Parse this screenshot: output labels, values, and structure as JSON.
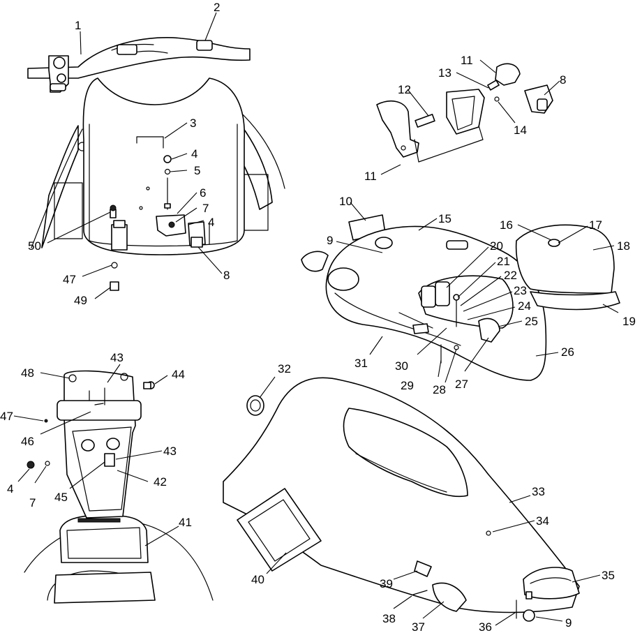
{
  "diagram": {
    "callouts": [
      {
        "id": "c1",
        "text": "1"
      },
      {
        "id": "c2",
        "text": "2"
      },
      {
        "id": "c3",
        "text": "3"
      },
      {
        "id": "c4a",
        "text": "4"
      },
      {
        "id": "c5",
        "text": "5"
      },
      {
        "id": "c6",
        "text": "6"
      },
      {
        "id": "c7a",
        "text": "7"
      },
      {
        "id": "c4b",
        "text": "4"
      },
      {
        "id": "c50",
        "text": "50"
      },
      {
        "id": "c47a",
        "text": "47"
      },
      {
        "id": "c8a",
        "text": "8"
      },
      {
        "id": "c49",
        "text": "49"
      },
      {
        "id": "c11a",
        "text": "11"
      },
      {
        "id": "c13",
        "text": "13"
      },
      {
        "id": "c12",
        "text": "12"
      },
      {
        "id": "c8b",
        "text": "8"
      },
      {
        "id": "c14",
        "text": "14"
      },
      {
        "id": "c11b",
        "text": "11"
      },
      {
        "id": "c10",
        "text": "10"
      },
      {
        "id": "c15",
        "text": "15"
      },
      {
        "id": "c9a",
        "text": "9"
      },
      {
        "id": "c16",
        "text": "16"
      },
      {
        "id": "c17",
        "text": "17"
      },
      {
        "id": "c18",
        "text": "18"
      },
      {
        "id": "c20",
        "text": "20"
      },
      {
        "id": "c21",
        "text": "21"
      },
      {
        "id": "c22",
        "text": "22"
      },
      {
        "id": "c23",
        "text": "23"
      },
      {
        "id": "c24",
        "text": "24"
      },
      {
        "id": "c25",
        "text": "25"
      },
      {
        "id": "c19",
        "text": "19"
      },
      {
        "id": "c26",
        "text": "26"
      },
      {
        "id": "c31",
        "text": "31"
      },
      {
        "id": "c30",
        "text": "30"
      },
      {
        "id": "c29",
        "text": "29"
      },
      {
        "id": "c28",
        "text": "28"
      },
      {
        "id": "c27",
        "text": "27"
      },
      {
        "id": "c48",
        "text": "48"
      },
      {
        "id": "c43a",
        "text": "43"
      },
      {
        "id": "c44",
        "text": "44"
      },
      {
        "id": "c47b",
        "text": "47"
      },
      {
        "id": "c46",
        "text": "46"
      },
      {
        "id": "c43b",
        "text": "43"
      },
      {
        "id": "c4c",
        "text": "4"
      },
      {
        "id": "c7b",
        "text": "7"
      },
      {
        "id": "c45",
        "text": "45"
      },
      {
        "id": "c42",
        "text": "42"
      },
      {
        "id": "c41",
        "text": "41"
      },
      {
        "id": "c32",
        "text": "32"
      },
      {
        "id": "c33",
        "text": "33"
      },
      {
        "id": "c34",
        "text": "34"
      },
      {
        "id": "c35",
        "text": "35"
      },
      {
        "id": "c40",
        "text": "40"
      },
      {
        "id": "c39",
        "text": "39"
      },
      {
        "id": "c38",
        "text": "38"
      },
      {
        "id": "c37",
        "text": "37"
      },
      {
        "id": "c36",
        "text": "36"
      },
      {
        "id": "c9b",
        "text": "9"
      }
    ]
  },
  "colors": {
    "ink": "#000000",
    "paper": "#ffffff",
    "shade": "#e9e9e9"
  }
}
